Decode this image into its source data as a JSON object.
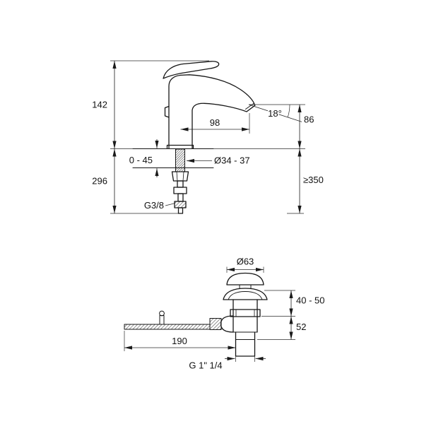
{
  "drawing": {
    "background": "#ffffff",
    "line_color": "#161616"
  },
  "faucet": {
    "total_height": "142",
    "below_deck": "296",
    "deck_thickness": "0 - 45",
    "hole_diameter": "Ø34 - 37",
    "spout_reach": "98",
    "spout_angle": "18°",
    "outlet_height": "86",
    "min_supply_length": "≥350",
    "supply_thread": "G3/8"
  },
  "drain": {
    "cap_diameter": "Ø63",
    "mount_thickness": "40 - 50",
    "lower_height": "52",
    "rod_reach": "190",
    "outlet_thread": "G 1\" 1/4"
  }
}
